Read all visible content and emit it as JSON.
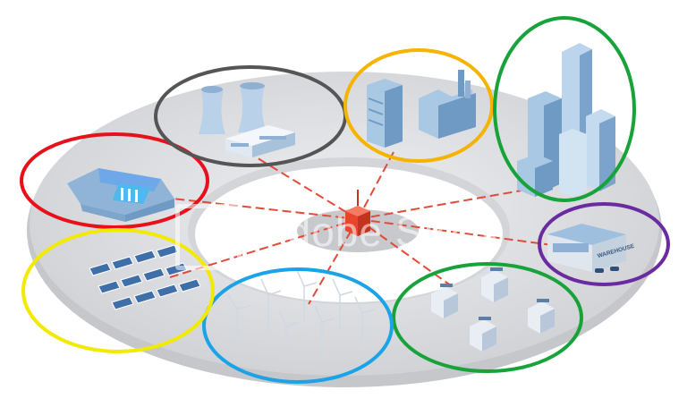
{
  "warehouse_sign": "WAREHOUSE",
  "watermark": "Adobe Stock",
  "colors": {
    "ring": "#dcdde0",
    "ring_inner": "#c9cacd",
    "hub": "#e8452c",
    "link": "#e24a3a",
    "red": "#e8101b",
    "gray": "#555555",
    "orange": "#f5b400",
    "green": "#17a33a",
    "purple": "#6a2aa0",
    "yellow": "#f2ea00",
    "blue": "#1aa3e6",
    "building": "#a9c8e4",
    "building_dark": "#6f9ac3"
  },
  "groups": [
    {
      "id": "hydro-dam",
      "icon": "hydro-dam-icon",
      "outline": "red"
    },
    {
      "id": "nuclear-plant",
      "icon": "nuclear-plant-icon",
      "outline": "gray"
    },
    {
      "id": "factory",
      "icon": "factory-icon",
      "outline": "orange"
    },
    {
      "id": "city-towers",
      "icon": "skyscraper-icon",
      "outline": "green"
    },
    {
      "id": "warehouse",
      "icon": "warehouse-icon",
      "outline": "purple"
    },
    {
      "id": "houses",
      "icon": "house-icon",
      "outline": "green"
    },
    {
      "id": "wind-farm",
      "icon": "wind-turbine-icon",
      "outline": "blue"
    },
    {
      "id": "solar-farm",
      "icon": "solar-panel-icon",
      "outline": "yellow"
    }
  ]
}
